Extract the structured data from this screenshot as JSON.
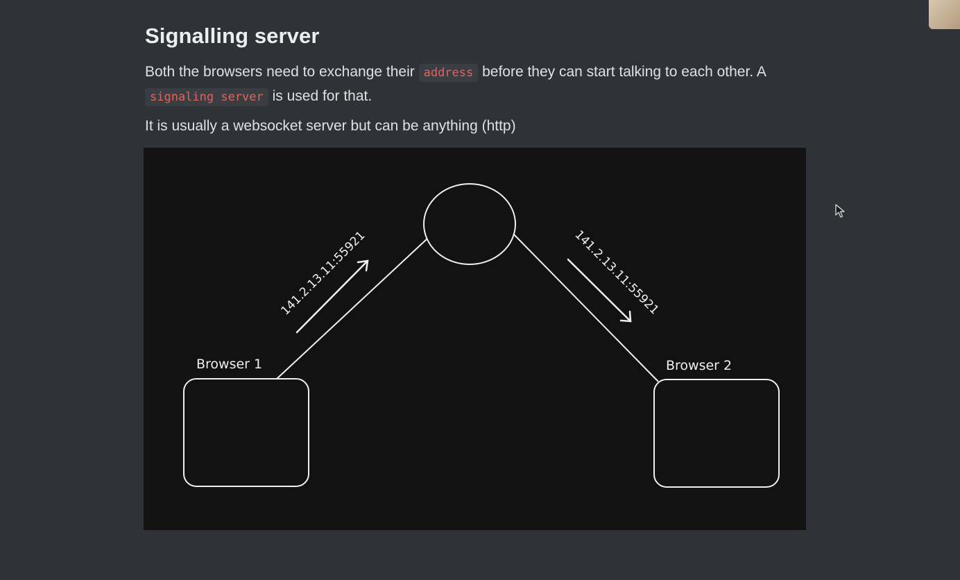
{
  "page": {
    "title": "Signalling server",
    "para1": {
      "text_a": "Both the browsers need to exchange their ",
      "code_a": "address",
      "text_b": " before they can start talking to each other. A ",
      "code_b": "signaling server",
      "text_c": " is used for that."
    },
    "para2": "It is usually a websocket server but can be anything (http)"
  },
  "diagram": {
    "browser1_label": "Browser 1",
    "browser2_label": "Browser 2",
    "address_left": "141.2.13.11:55921",
    "address_right": "141.2.13.11:55921"
  },
  "colors": {
    "background": "#2f3236",
    "diagram_background": "#121212",
    "code_text": "#e5635f",
    "stroke": "#f0f0f0"
  },
  "icons": {
    "pointer": "mouse-cursor-icon",
    "thumbnail": "video-thumbnail"
  }
}
